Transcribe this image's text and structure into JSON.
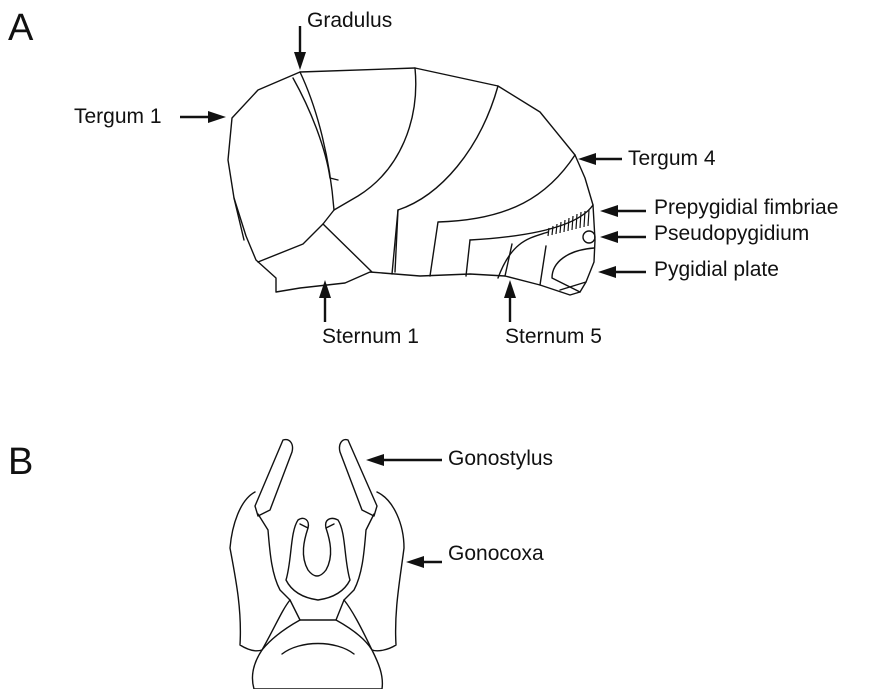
{
  "panels": {
    "a": "A",
    "b": "B"
  },
  "labels_a": {
    "gradulus": "Gradulus",
    "tergum1": "Tergum 1",
    "tergum4": "Tergum 4",
    "prepygidial": "Prepygidial fimbriae",
    "pseudopygidium": "Pseudopygidium",
    "pygidial": "Pygidial plate",
    "sternum1": "Sternum 1",
    "sternum5": "Sternum 5"
  },
  "labels_b": {
    "gonostylus": "Gonostylus",
    "gonocoxa": "Gonocoxa"
  },
  "colors": {
    "ink": "#111111",
    "background": "#ffffff"
  }
}
